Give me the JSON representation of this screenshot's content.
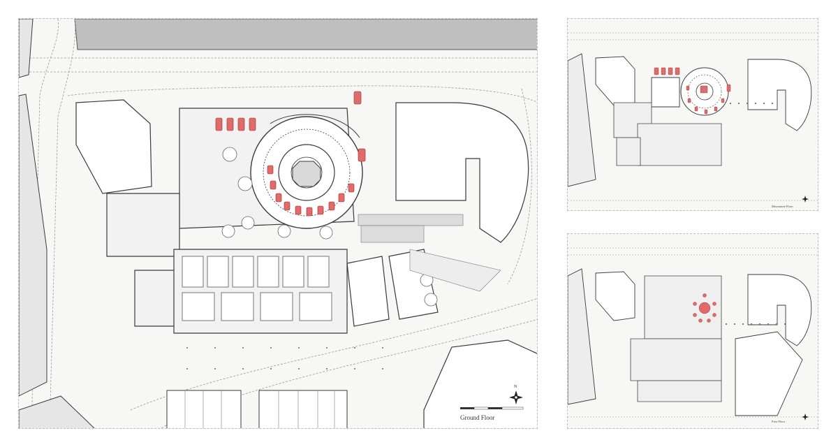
{
  "plans": {
    "main": {
      "label": "Ground Floor",
      "north": "N"
    },
    "mezzanine": {
      "label": "Mezzanine Floor"
    },
    "first": {
      "label": "First Floor"
    }
  },
  "colors": {
    "background": "#f7f7f5",
    "building_fill": "#e6e6e6",
    "road_band": "#bfbfbf",
    "highlight_red": "#e26a68",
    "line": "#3a3a3a",
    "dashed": "#9a9a9a"
  },
  "icons": [
    "north-arrow-icon",
    "scale-bar-icon"
  ]
}
